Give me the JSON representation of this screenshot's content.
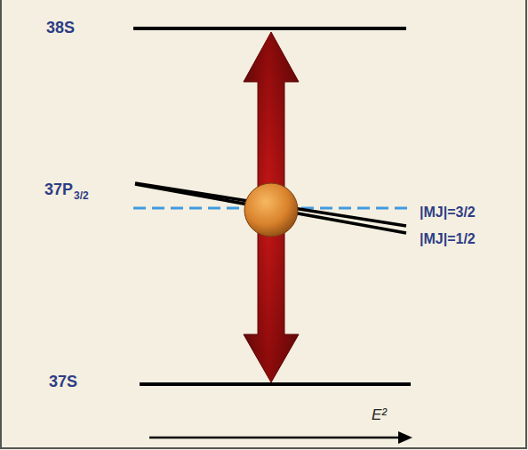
{
  "diagram": {
    "labels": [
      "38S",
      "37P",
      "3/2",
      "|MJ|=3/2",
      "|MJ|=1/2",
      "37S",
      "E²"
    ]
  }
}
